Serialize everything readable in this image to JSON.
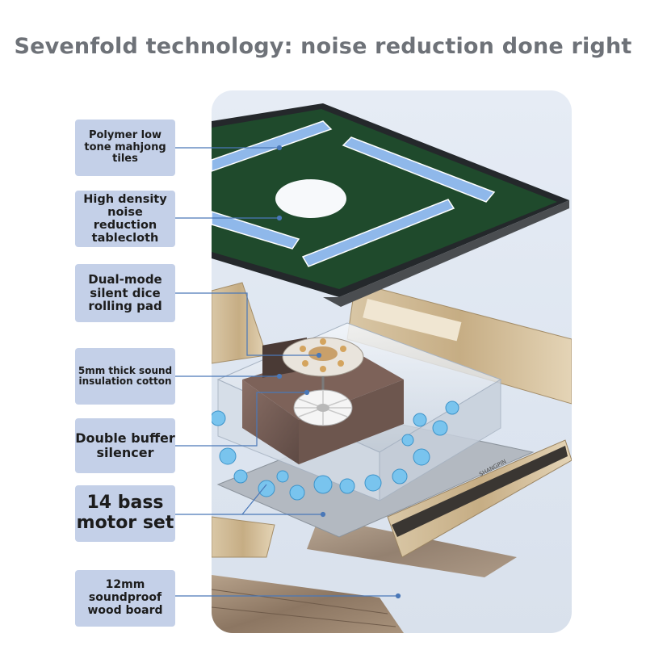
{
  "title": "Sevenfold technology: noise reduction done right",
  "labels": [
    {
      "text": "Polymer low tone mahjong tiles"
    },
    {
      "text": "High density noise reduction tablecloth"
    },
    {
      "text": "Dual-mode silent dice rolling pad"
    },
    {
      "text": "5mm thick sound insulation cotton"
    },
    {
      "text": "Double buffer silencer"
    },
    {
      "text": "14 bass motor set"
    },
    {
      "text": "12mm soundproof wood board"
    }
  ],
  "brand_mark": "SHANGPIN",
  "colors": {
    "label_bg": "#c4d0e8",
    "leader_line": "#4a78b8",
    "table_green": "#1f4a2c",
    "frame_dark": "#2b2f33",
    "tile_blue": "#8fb8ea"
  }
}
